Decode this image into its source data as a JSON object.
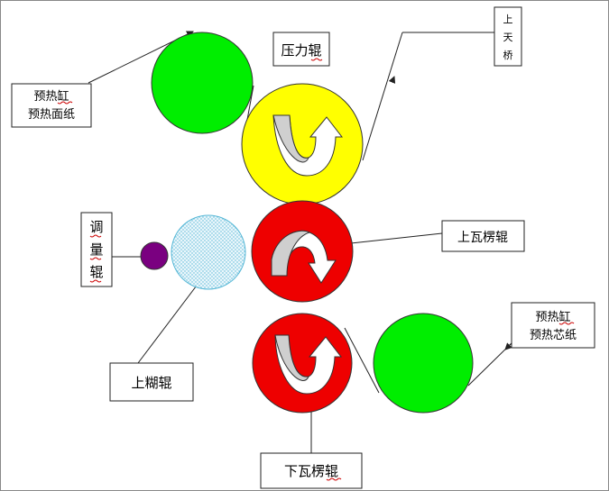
{
  "labels": {
    "preheat_face": [
      "预热缸",
      "预热面纸"
    ],
    "pressure_roller": "压力辊",
    "top_bridge": [
      "上",
      "天",
      "桥"
    ],
    "metering_roller": [
      "调",
      "量",
      "辊"
    ],
    "upper_corrugating_roller": "上瓦楞辊",
    "glue_roller": "上糊辊",
    "preheat_core": [
      "预热缸",
      "预热芯纸"
    ],
    "lower_corrugating_roller": "下瓦楞辊"
  },
  "colors": {
    "green": "#00ee00",
    "yellow": "#ffff00",
    "red": "#ee0000",
    "purple": "#7a0080",
    "glue_fill": "#eaf6fb",
    "glue_dot": "#55b7d6",
    "arrow_white": "#ffffff",
    "arrow_grey": "#cfcfcf",
    "line": "#222222",
    "underline": "#cc0000"
  },
  "icons": {
    "pressure_roller": "curved-arrow-up-icon",
    "upper_corrugating_roller": "curved-arrow-down-icon",
    "lower_corrugating_roller": "curved-arrow-up-icon"
  }
}
